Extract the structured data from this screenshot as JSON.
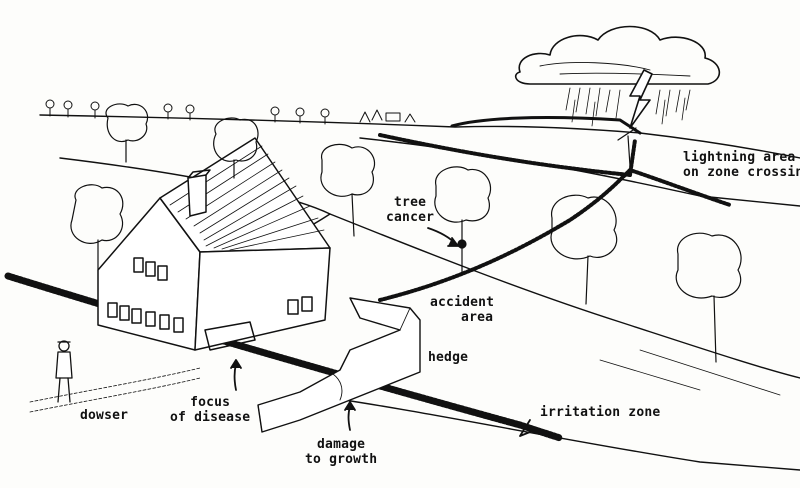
{
  "labels": {
    "lightning": [
      "lightning area",
      "on zone crossing"
    ],
    "tree_cancer": [
      "tree",
      "cancer"
    ],
    "accident": [
      "accident",
      "area"
    ],
    "hedge": "hedge",
    "focus": [
      "focus",
      "of disease"
    ],
    "dowser": "dowser",
    "damage": [
      "damage",
      "to growth"
    ],
    "irritation": "irritation zone"
  },
  "colors": {
    "ink": "#111111",
    "paper": "#fdfdfb"
  }
}
